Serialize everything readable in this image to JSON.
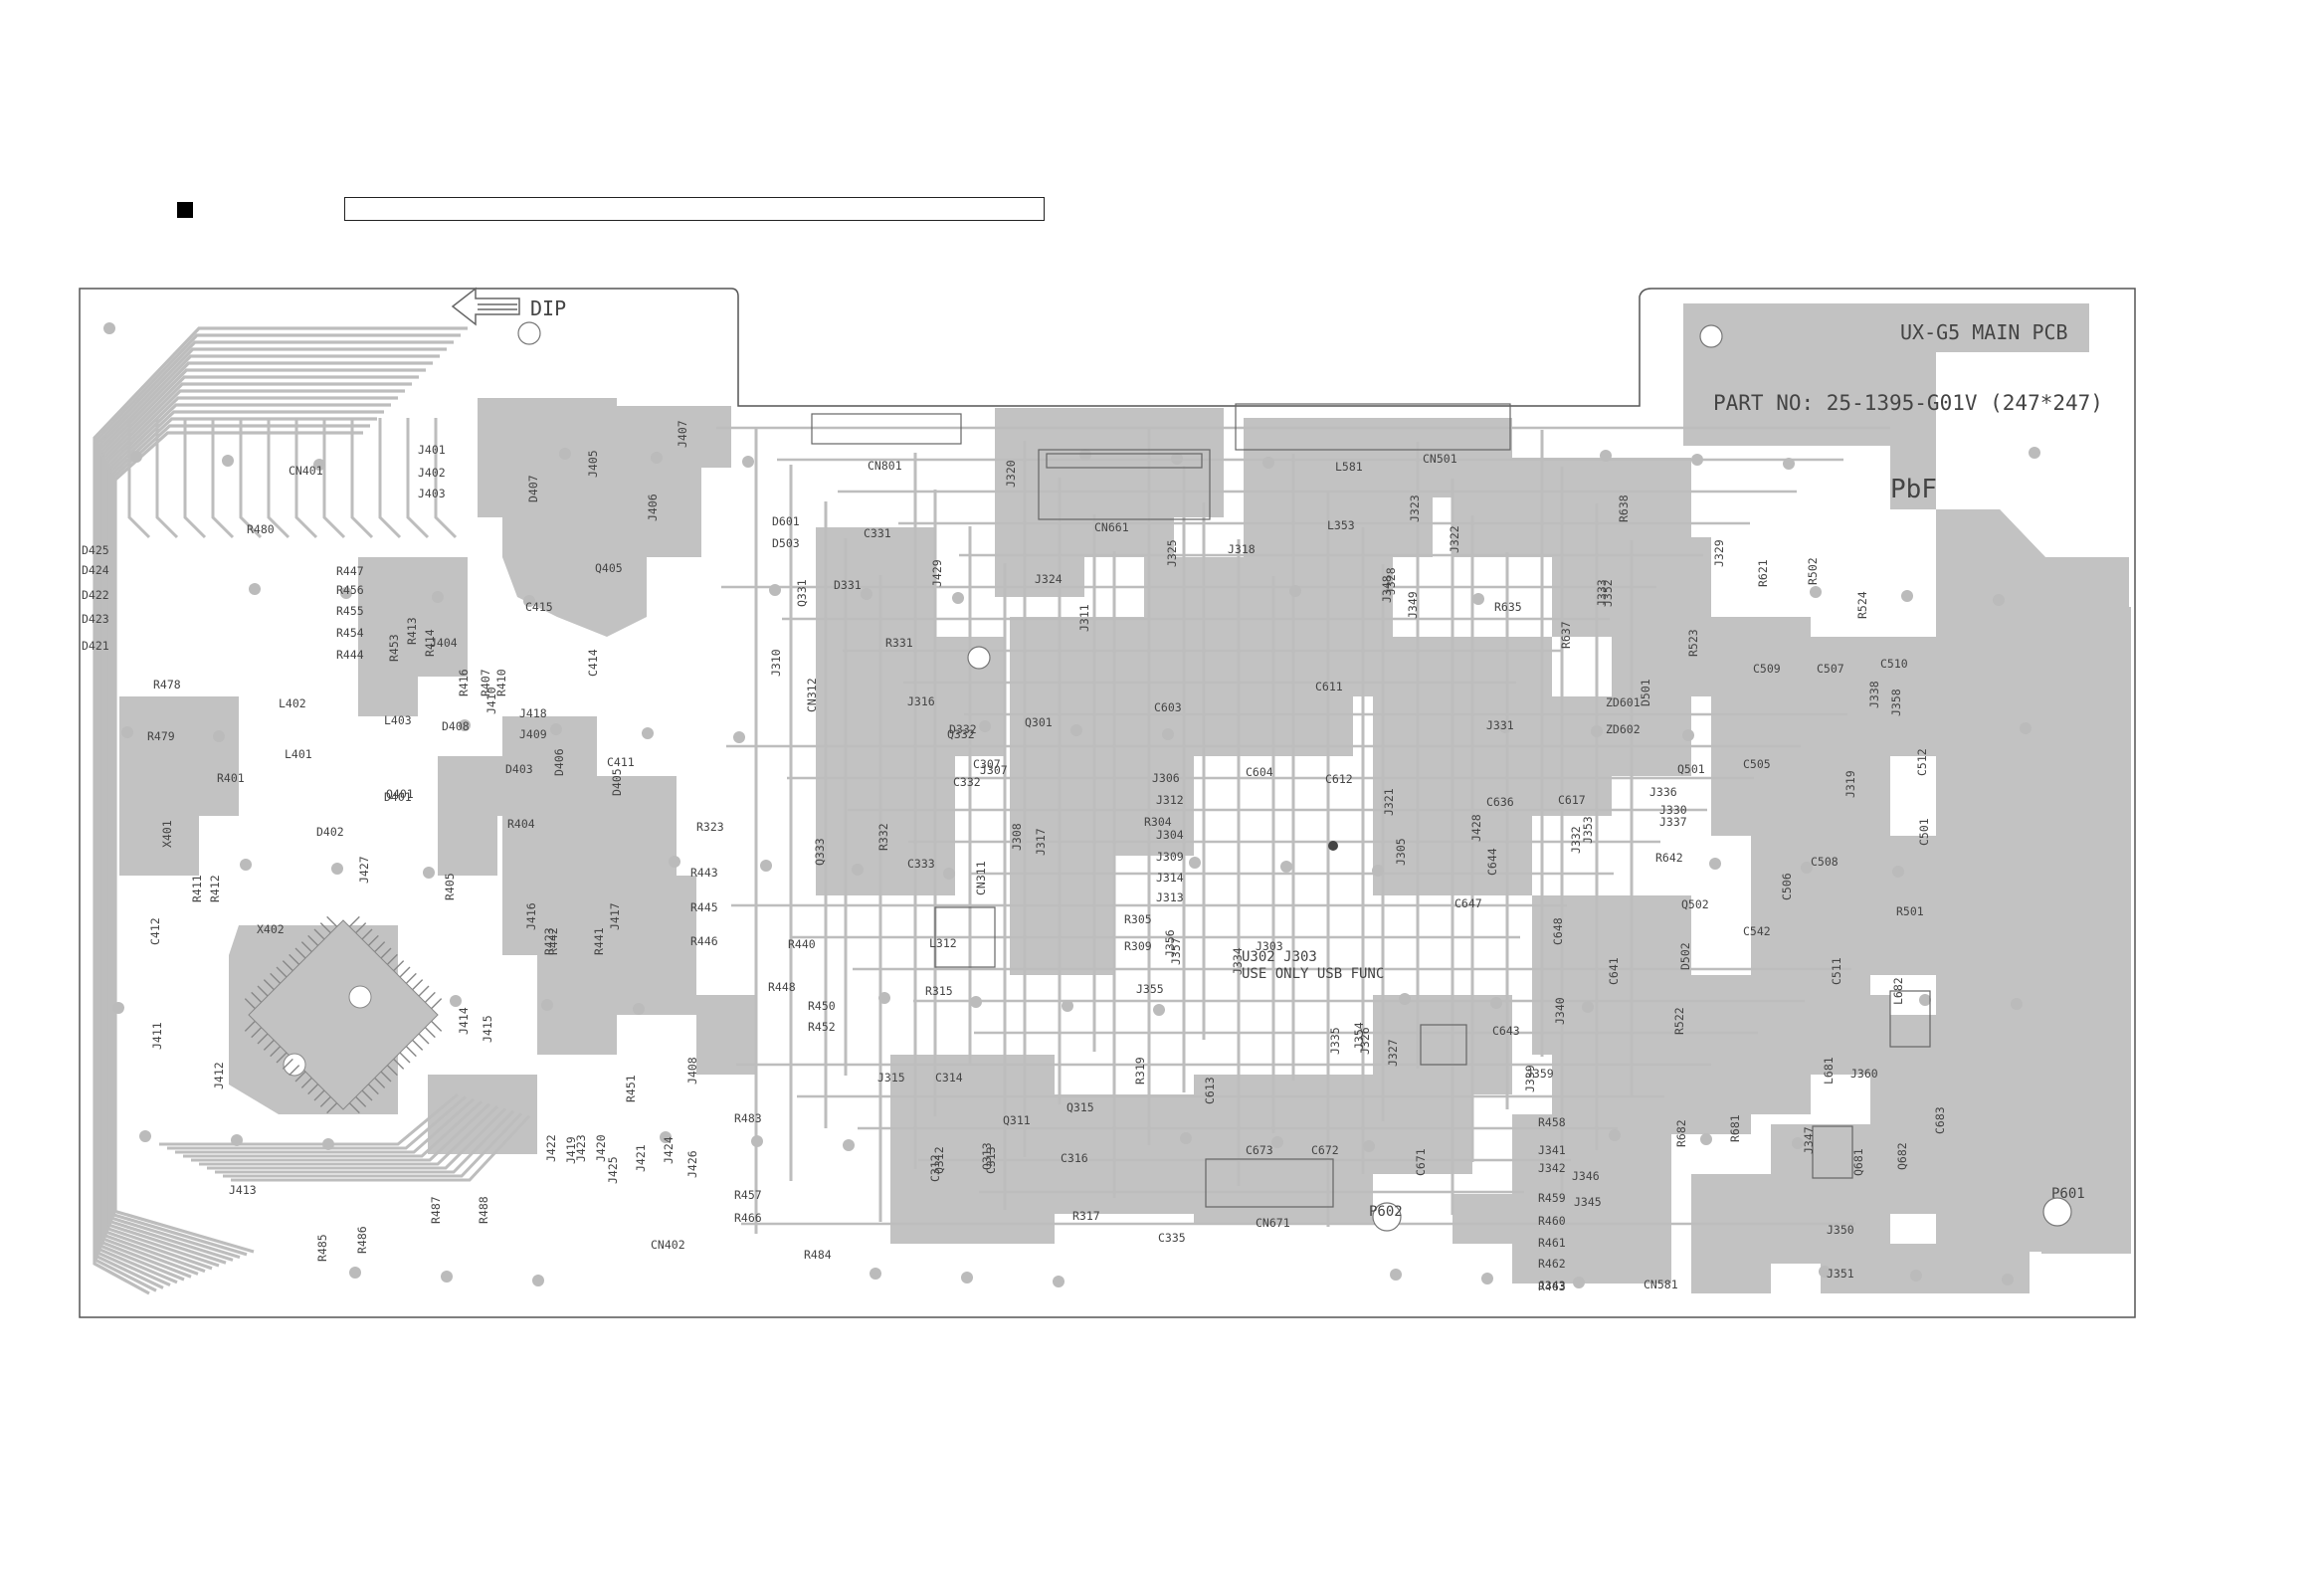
{
  "header": {
    "title_box_text": ""
  },
  "board": {
    "name": "UX-G5 MAIN PCB",
    "part_no": "PART NO: 25-1395-G01V (247*247)",
    "lead_free": "PbF",
    "dip_label": "DIP",
    "usb_note_line1": "U302 J303",
    "usb_note_line2": "USE ONLY USB FUNC",
    "test_points": [
      "P601",
      "P602"
    ]
  },
  "colors": {
    "copper": "#c2c2c2",
    "outline": "#555555",
    "label": "#3a3a3a",
    "trace": "#bdbdbd"
  },
  "components": {
    "connectors": [
      "CN401",
      "CN402",
      "CN801",
      "CN661",
      "CN501",
      "CN581",
      "CN671",
      "CN312",
      "CN311"
    ],
    "jumpers": [
      "J401",
      "J402",
      "J403",
      "J404",
      "J405",
      "J406",
      "J407",
      "J408",
      "J409",
      "J410",
      "J411",
      "J412",
      "J413",
      "J414",
      "J415",
      "J416",
      "J417",
      "J418",
      "J419",
      "J420",
      "J421",
      "J422",
      "J423",
      "J424",
      "J425",
      "J426",
      "J427",
      "J428",
      "J429",
      "J303",
      "J304",
      "J305",
      "J306",
      "J307",
      "J308",
      "J309",
      "J310",
      "J311",
      "J312",
      "J313",
      "J314",
      "J315",
      "J316",
      "J317",
      "J318",
      "J319",
      "J320",
      "J321",
      "J322",
      "J323",
      "J324",
      "J325",
      "J326",
      "J327",
      "J328",
      "J329",
      "J330",
      "J331",
      "J332",
      "J333",
      "J334",
      "J335",
      "J336",
      "J337",
      "J338",
      "J339",
      "J340",
      "J341",
      "J342",
      "J343",
      "J344",
      "J345",
      "J346",
      "J347",
      "J348",
      "J349",
      "J350",
      "J351",
      "J352",
      "J353",
      "J354",
      "J355",
      "J356",
      "J357",
      "J358",
      "J359",
      "J360"
    ],
    "resistors": [
      "R480",
      "R447",
      "R456",
      "R455",
      "R454",
      "R444",
      "R453",
      "R414",
      "R413",
      "R416",
      "R407",
      "R410",
      "R478",
      "R479",
      "R401",
      "R404",
      "R405",
      "R423",
      "R443",
      "R445",
      "R446",
      "R440",
      "R448",
      "R450",
      "R452",
      "R441",
      "R442",
      "R451",
      "R483",
      "R457",
      "R466",
      "R484",
      "R487",
      "R488",
      "R485",
      "R486",
      "R411",
      "R412",
      "R323",
      "R315",
      "R317",
      "R319",
      "R309",
      "R305",
      "R304",
      "R332",
      "R331",
      "R638",
      "R635",
      "R637",
      "R642",
      "R621",
      "R502",
      "R524",
      "R523",
      "R522",
      "R501",
      "R682",
      "R681",
      "R458",
      "R459",
      "R460",
      "R461",
      "R462",
      "R463"
    ],
    "capacitors": [
      "C415",
      "C414",
      "C411",
      "C412",
      "C331",
      "C332",
      "C333",
      "C307",
      "C316",
      "C314",
      "C335",
      "C313",
      "C312",
      "C603",
      "C604",
      "C611",
      "C612",
      "C613",
      "C617",
      "C636",
      "C644",
      "C647",
      "C648",
      "C643",
      "C641",
      "C673",
      "C672",
      "C671",
      "C509",
      "C507",
      "C510",
      "C505",
      "C512",
      "C508",
      "C506",
      "C501",
      "C511",
      "C542",
      "C683"
    ],
    "semiconductors": [
      "Q405",
      "Q401",
      "Q331",
      "Q301",
      "Q332",
      "Q333",
      "Q501",
      "Q502",
      "Q312",
      "Q313",
      "Q315",
      "Q311",
      "D425",
      "D424",
      "D422",
      "D423",
      "D421",
      "D408",
      "D403",
      "D406",
      "D405",
      "D401",
      "D402",
      "D407",
      "D331",
      "D332",
      "D601",
      "D501",
      "D502",
      "D503",
      "ZD601",
      "ZD602",
      "Q681",
      "Q682"
    ],
    "inductors": [
      "L401",
      "L402",
      "L403",
      "L312",
      "L581",
      "L681",
      "L682",
      "L353"
    ],
    "crystals": [
      "X401",
      "X402"
    ]
  }
}
